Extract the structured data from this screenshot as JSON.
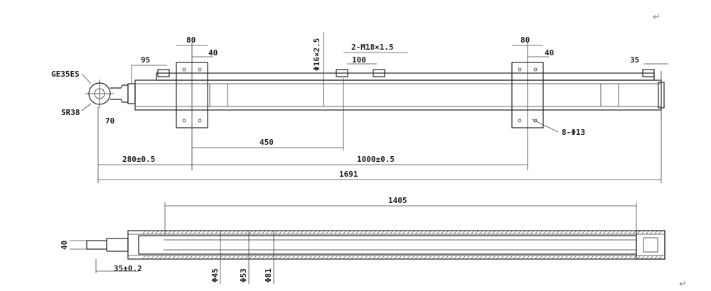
{
  "labels": {
    "ge35es": "GE35ES",
    "sr38": "SR38",
    "d70": "70",
    "d95": "95",
    "d80_left": "80",
    "d40_left": "40",
    "d16": "Φ16×2.5",
    "thread": "2-M18×1.5",
    "d100": "100",
    "d80_right": "80",
    "d40_right": "40",
    "d35": "35",
    "holes": "8-Φ13",
    "d450": "450",
    "d280": "280±0.5",
    "d1000": "1000±0.5",
    "d1691": "1691",
    "d1405": "1405",
    "d40_side": "40",
    "d35b": "35±0.2",
    "phi45": "Φ45",
    "phi53": "Φ53",
    "phi81": "Φ81",
    "para1": "↵",
    "para2": "↵"
  }
}
